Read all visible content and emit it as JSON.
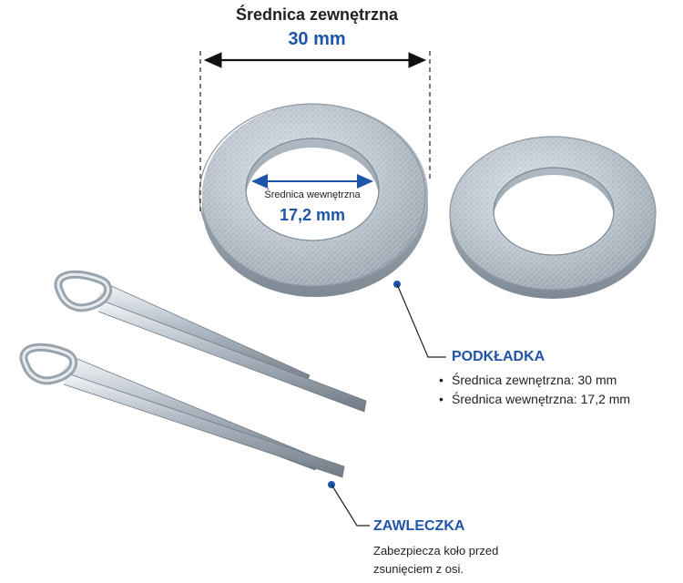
{
  "dimension_outer": {
    "title": "Średnica zewnętrzna",
    "value": "30 mm"
  },
  "dimension_inner": {
    "title": "Średnica wewnętrzna",
    "value": "17,2 mm"
  },
  "washer_callout": {
    "title": "PODKŁADKA",
    "specs": [
      "Średnica zewnętrzna: 30 mm",
      "Średnica wewnętrzna: 17,2 mm"
    ]
  },
  "pin_callout": {
    "title": "ZAWLECZKA",
    "description_lines": [
      "Zabezpiecza koło przed",
      "zsunięciem z osi."
    ]
  },
  "colors": {
    "accent_blue": "#1f55a8",
    "text_dark": "#222222",
    "metal": "#c5cdd5"
  },
  "icons": [
    "washer-photo",
    "cotter-pin-photo",
    "dimension-arrow",
    "callout-dot"
  ]
}
